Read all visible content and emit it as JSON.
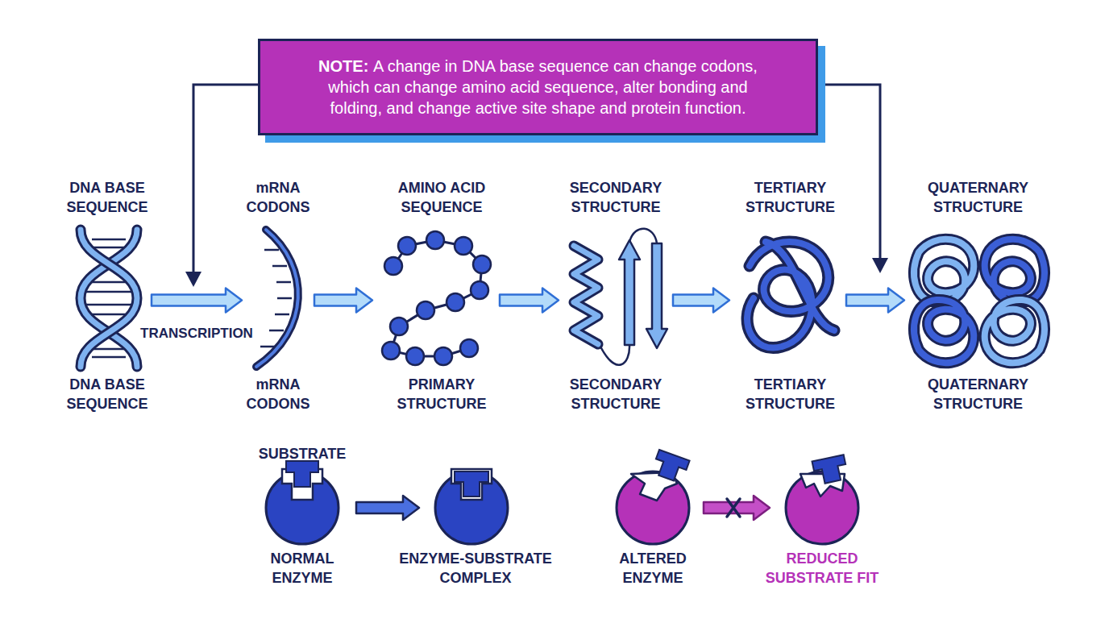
{
  "diagram": {
    "nodes": [
      {
        "text": [
          "NOTE:",
          "A change in DNA base sequence can change codons, which can change amino acid sequence, alter bonding and folding, and change active site shape and protein function."
        ]
      },
      {
        "text": [
          "DNA BASE SEQUENCE",
          "DNA BASE SEQUENCE"
        ]
      },
      {
        "text": [
          "mRNA CODONS",
          "mRNA CODONS"
        ]
      },
      {
        "text": [
          "AMINO ACID SEQUENCE",
          "PRIMARY STRUCTURE"
        ]
      },
      {
        "text": [
          "SECONDARY STRUCTURE",
          "SECONDARY STRUCTURE"
        ]
      },
      {
        "text": [
          "TERTIARY STRUCTURE",
          "TERTIARY STRUCTURE"
        ]
      },
      {
        "text": [
          "QUATERNARY STRUCTURE",
          "QUATERNARY STRUCTURE"
        ]
      },
      {
        "text": [
          "SUBSTRATE",
          "NORMAL ENZYME"
        ]
      },
      {
        "text": [
          "ENZYME-SUBSTRATE COMPLEX"
        ]
      },
      {
        "text": [
          "ALTERED ENZYME"
        ]
      },
      {
        "text": [
          "REDUCED SUBSTRATE FIT"
        ]
      }
    ],
    "edges": [
      {
        "from": 1,
        "to": 2,
        "arrow": "to",
        "label": "TRANSCRIPTION"
      },
      {
        "from": 2,
        "to": 3,
        "arrow": "to"
      },
      {
        "from": 3,
        "to": 4,
        "arrow": "to"
      },
      {
        "from": 4,
        "to": 5,
        "arrow": "to"
      },
      {
        "from": 5,
        "to": 6,
        "arrow": "to"
      },
      {
        "from": 7,
        "to": 8,
        "arrow": "to"
      },
      {
        "from": 9,
        "to": 10,
        "arrow": "to"
      }
    ]
  }
}
